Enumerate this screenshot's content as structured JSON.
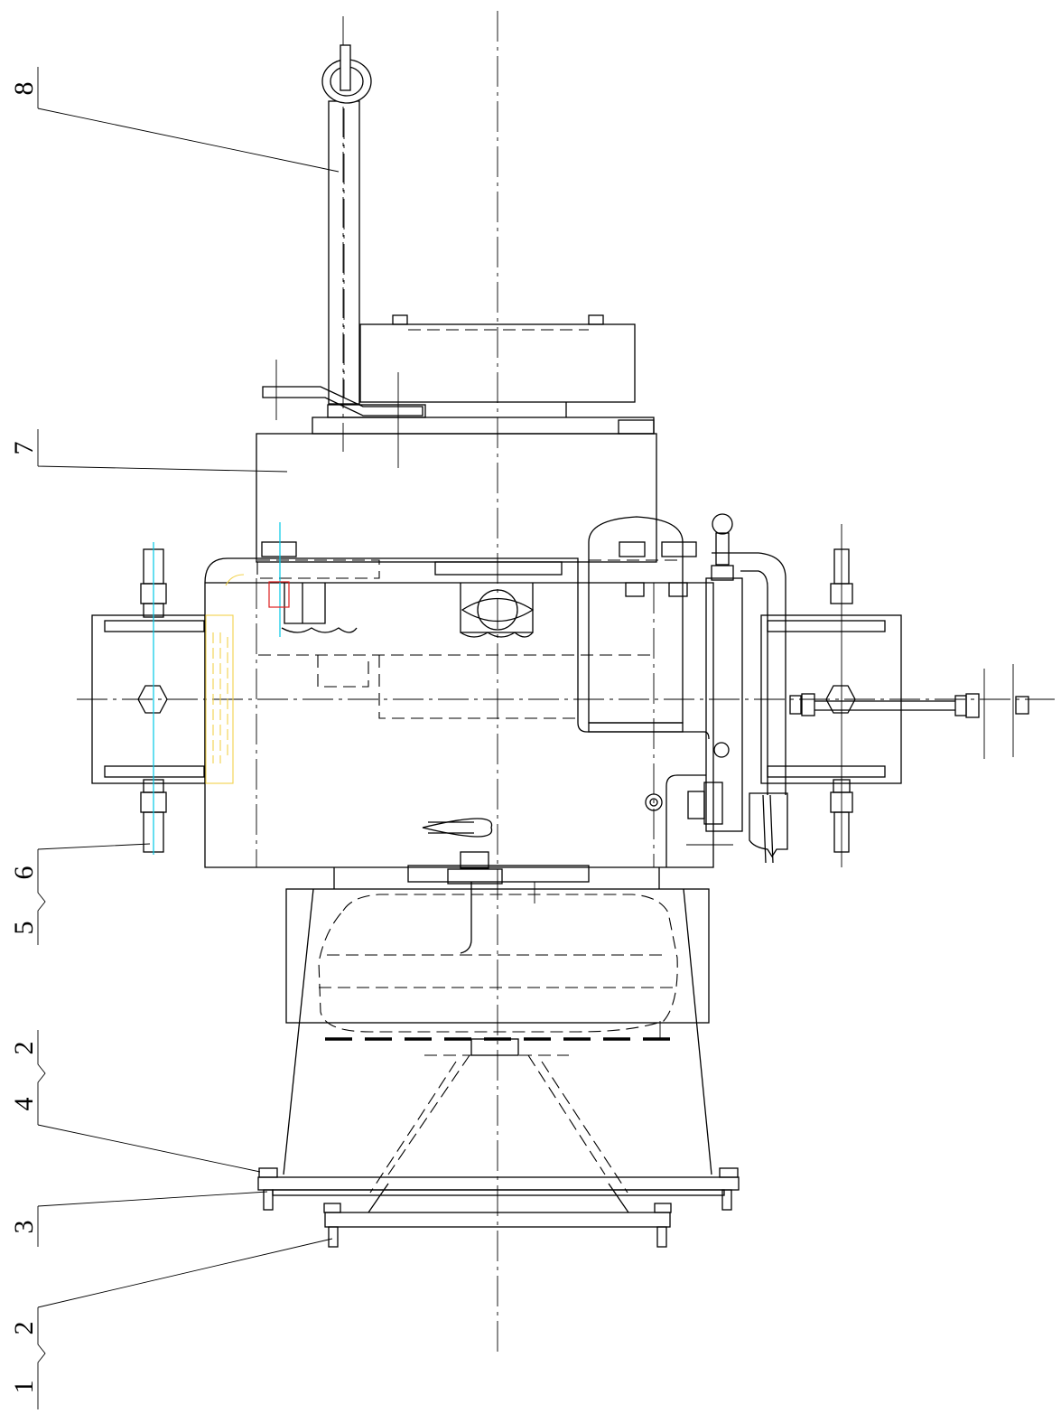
{
  "drawing": {
    "balloons": [
      {
        "id": "balloon-8",
        "text": "8"
      },
      {
        "id": "balloon-7",
        "text": "7"
      },
      {
        "id": "balloon-6",
        "text": "6"
      },
      {
        "id": "balloon-5",
        "text": "5"
      },
      {
        "id": "balloon-4-2",
        "text": "2"
      },
      {
        "id": "balloon-4",
        "text": "4"
      },
      {
        "id": "balloon-3",
        "text": "3"
      },
      {
        "id": "balloon-1-2",
        "text": "2"
      },
      {
        "id": "balloon-1",
        "text": "1"
      }
    ],
    "colors": {
      "line": "#000000",
      "center_line": "#00c8e6",
      "yellow_detail": "#f2d24c",
      "red_detail": "#dc1e1e",
      "background": "#ffffff"
    }
  }
}
